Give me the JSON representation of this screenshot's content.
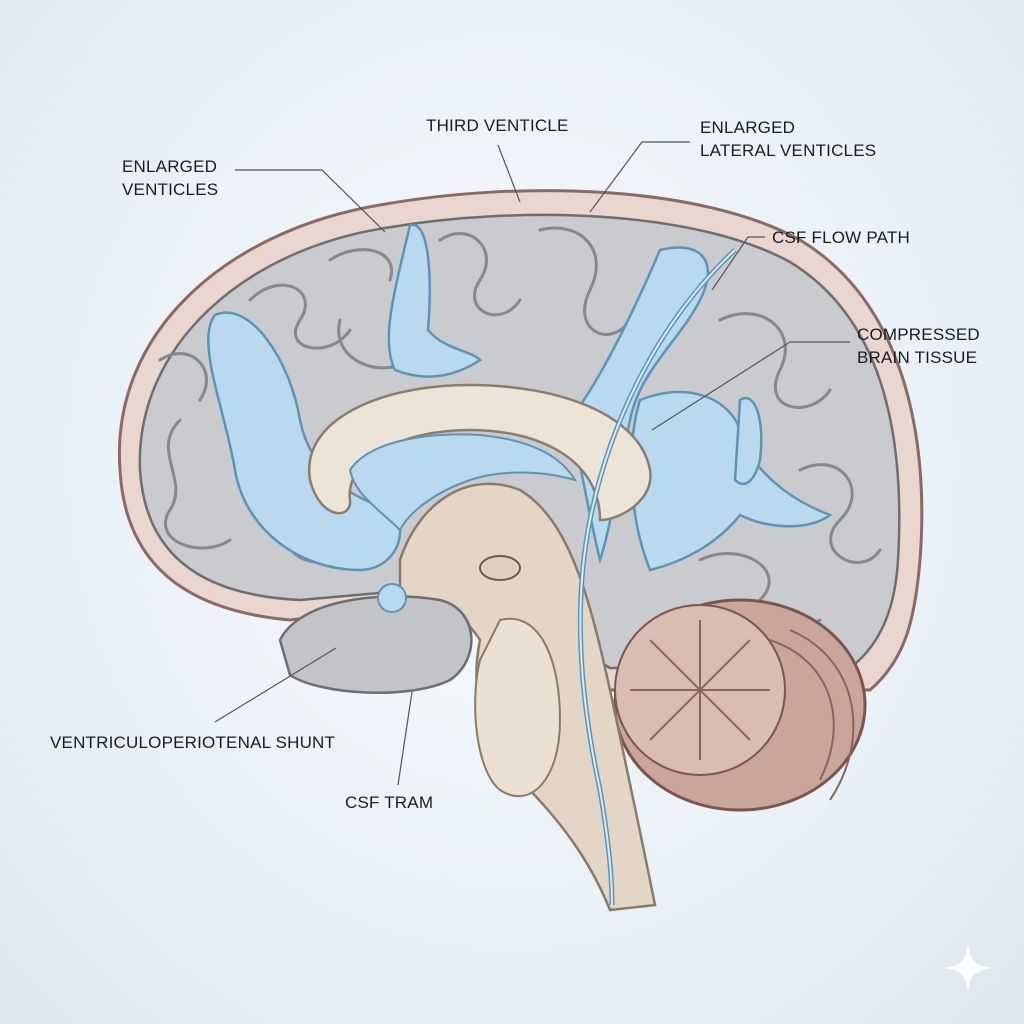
{
  "labels": {
    "enlarged_ventricles": [
      "ENLARGED",
      "VENTICLES"
    ],
    "third_ventricle": "THIRD VENTICLE",
    "enlarged_lateral_ventricles": [
      "ENLARGED",
      "LATERAL VENTICLES"
    ],
    "csf_flow_path": "CSF FLOW PATH",
    "compressed_brain_tissue": [
      "COMPRESSED",
      "BRAIN TISSUE"
    ],
    "shunt": "VENTRICULOPERIOTENAL SHUNT",
    "csf_tram": "CSF TRAM"
  },
  "colors": {
    "ventricle": "#b9d9ee",
    "cortex": "#c9cbce",
    "skull": "#e6d3cc",
    "brainstem": "#e3d6c6",
    "cerebellum": "#c9a59a"
  },
  "icons": {
    "watermark": "sparkle-icon"
  }
}
